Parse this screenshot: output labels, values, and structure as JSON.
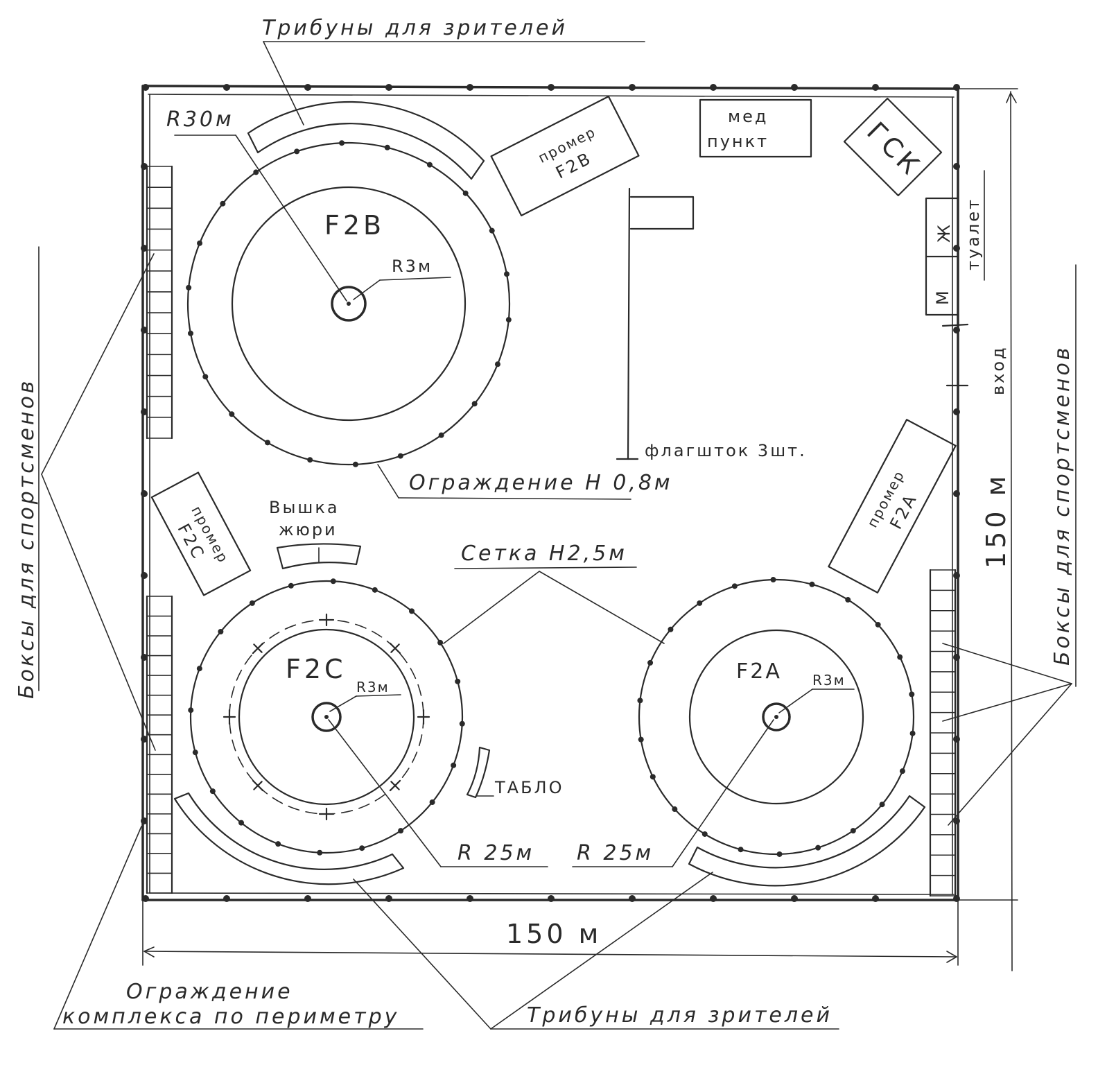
{
  "labels": {
    "stands_top": "Трибуны для зрителей",
    "stands_bottom": "Трибуны для зрителей",
    "r30": "R30м",
    "r3_b": "R3м",
    "r3_c": "R3м",
    "r3_a": "R3м",
    "r25_c": "R 25м",
    "r25_a": "R 25м",
    "f2b": "F2B",
    "f2c": "F2C",
    "f2a": "F2A",
    "med_line1": "мед",
    "med_line2": "пункт",
    "gsk": "ГСК",
    "wc": "туалет",
    "wc_m": "М",
    "wc_zh": "Ж",
    "entrance": "вход",
    "measure_b_1": "промер",
    "measure_b_2": "F2B",
    "measure_c_1": "промер",
    "measure_c_2": "F2C",
    "measure_a_1": "промер",
    "measure_a_2": "F2A",
    "flagpole": "флагшток 3шт.",
    "fence_b": "Ограждение Н 0,8м",
    "judge_1": "Вышка",
    "judge_2": "жюри",
    "net": "Сетка Н2,5м",
    "scoreboard": "ТАБЛО",
    "boxes_left": "Боксы для спортсменов",
    "boxes_right": "Боксы для спортсменов",
    "dim_width": "150 м",
    "dim_height": "150 м",
    "perimeter_1": "Ограждение",
    "perimeter_2": "комплекса по периметру"
  }
}
